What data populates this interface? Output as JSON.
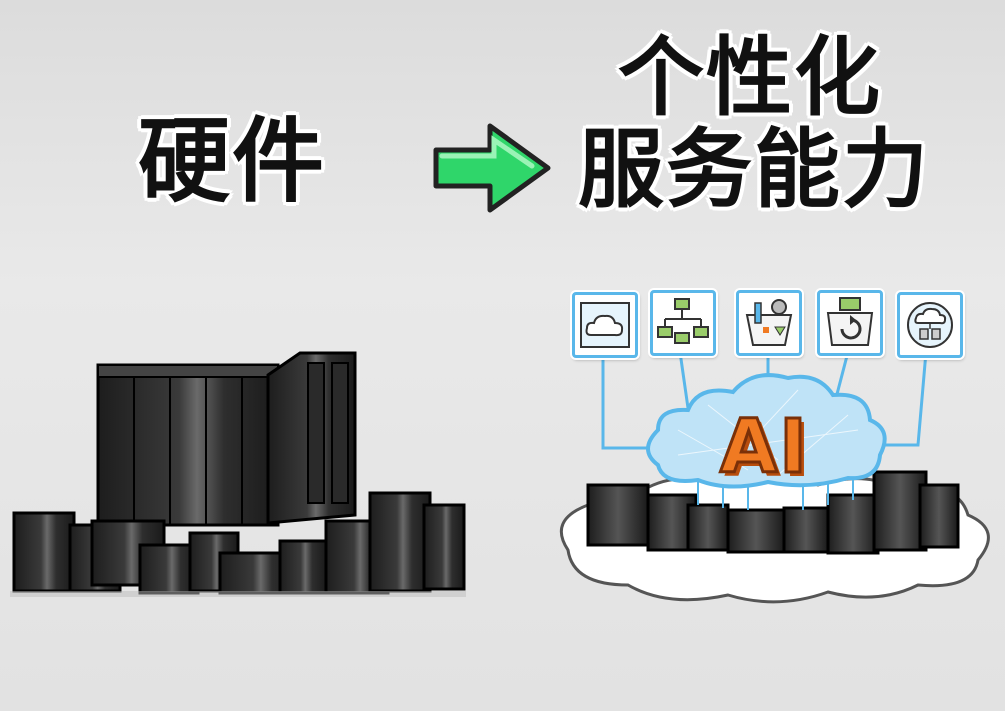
{
  "left_title": "硬件",
  "right_title_line1": "个性化",
  "right_title_line2": "服务能力",
  "ai_label": "AI",
  "colors": {
    "arrow_green": "#2fd66a",
    "icon_border": "#59b7ea",
    "cloud_blue": "#bfe3f7",
    "ai_orange": "#f07a22",
    "server_dark": "#2b2b2b"
  },
  "icons": [
    {
      "name": "cloud-icon"
    },
    {
      "name": "network-tree-icon"
    },
    {
      "name": "tools-gear-icon"
    },
    {
      "name": "refresh-robot-icon"
    },
    {
      "name": "cloud-database-icon"
    }
  ]
}
